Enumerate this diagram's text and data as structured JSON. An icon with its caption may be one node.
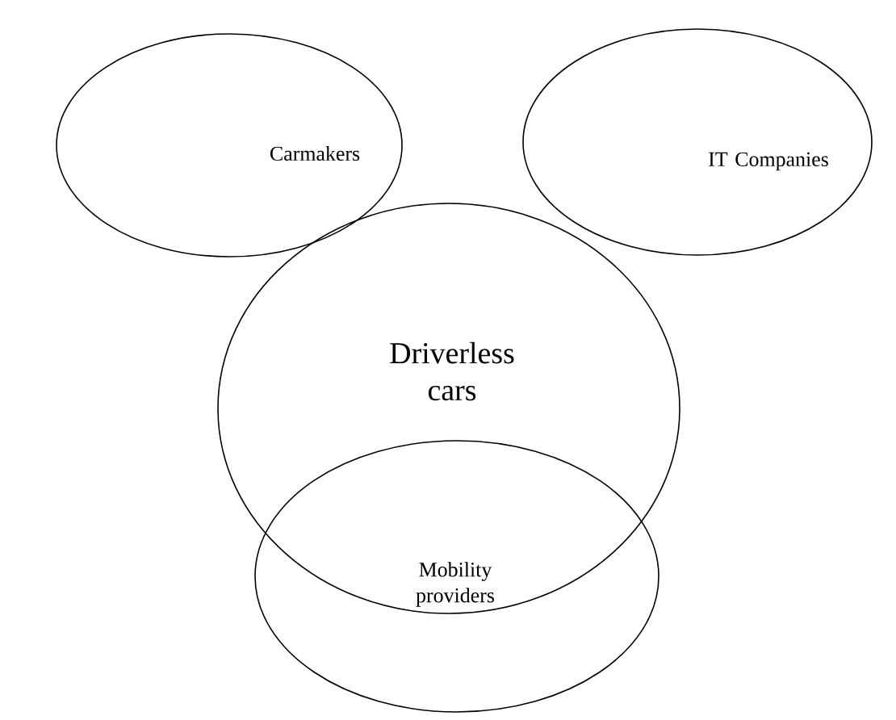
{
  "diagram": {
    "nodes": [
      {
        "text": [
          "Carmakers"
        ]
      },
      {
        "text": [
          "IT Companies"
        ]
      },
      {
        "text": [
          "Driverless cars"
        ]
      },
      {
        "text": [
          "Mobility providers"
        ]
      }
    ]
  }
}
